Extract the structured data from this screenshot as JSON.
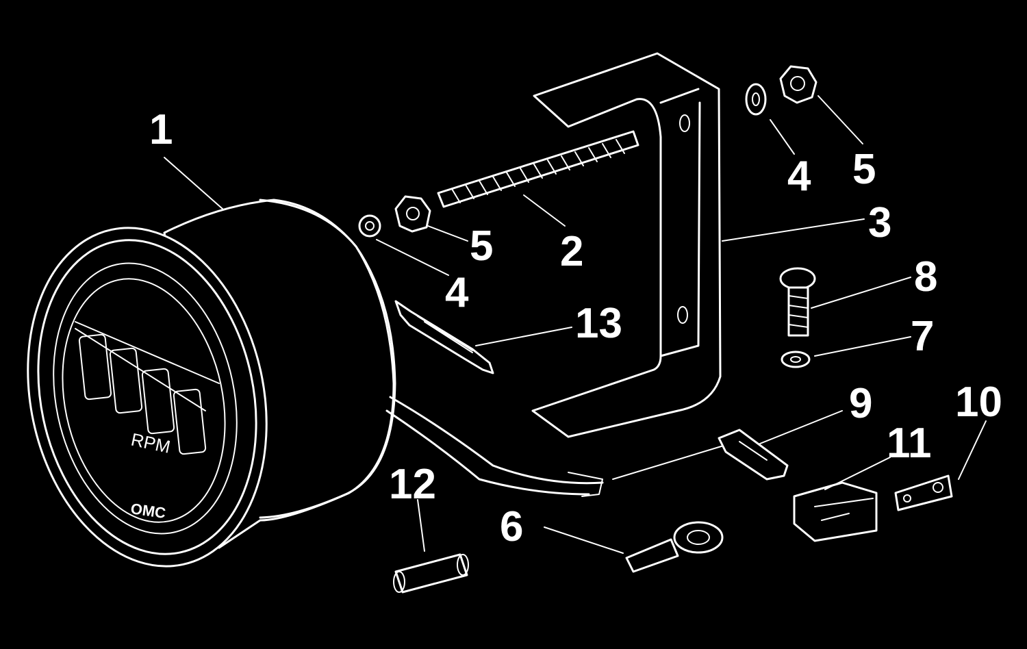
{
  "diagram": {
    "gauge": {
      "face_label": "RPM",
      "brand": "OMC"
    },
    "callouts": [
      {
        "id": "c1",
        "label": "1"
      },
      {
        "id": "c2",
        "label": "2"
      },
      {
        "id": "c3",
        "label": "3"
      },
      {
        "id": "c4a",
        "label": "4"
      },
      {
        "id": "c4b",
        "label": "4"
      },
      {
        "id": "c5a",
        "label": "5"
      },
      {
        "id": "c5b",
        "label": "5"
      },
      {
        "id": "c6",
        "label": "6"
      },
      {
        "id": "c7",
        "label": "7"
      },
      {
        "id": "c8",
        "label": "8"
      },
      {
        "id": "c9",
        "label": "9"
      },
      {
        "id": "c10",
        "label": "10"
      },
      {
        "id": "c11",
        "label": "11"
      },
      {
        "id": "c12",
        "label": "12"
      },
      {
        "id": "c13",
        "label": "13"
      }
    ]
  }
}
